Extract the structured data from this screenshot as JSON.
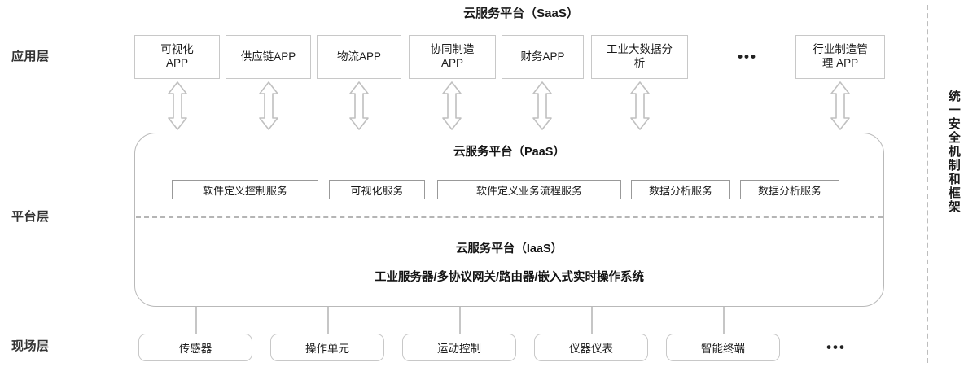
{
  "diagram": {
    "title_saas": "云服务平台（SaaS）",
    "layers": [
      {
        "key": "application",
        "label": "应用层"
      },
      {
        "key": "platform",
        "label": "平台层"
      },
      {
        "key": "field",
        "label": "现场层"
      }
    ],
    "application_layer": {
      "apps": [
        {
          "label": "可视化\nAPP"
        },
        {
          "label": "供应链APP"
        },
        {
          "label": "物流APP"
        },
        {
          "label": "协同制造\nAPP"
        },
        {
          "label": "财务APP"
        },
        {
          "label": "工业大数据分\n析"
        },
        {
          "label": "行业制造管\n理 APP"
        }
      ],
      "ellipsis": "•••"
    },
    "platform_layer": {
      "paas_title": "云服务平台（PaaS）",
      "services": [
        {
          "label": "软件定义控制服务"
        },
        {
          "label": "可视化服务"
        },
        {
          "label": "软件定义业务流程服务"
        },
        {
          "label": "数据分析服务"
        },
        {
          "label": "数据分析服务"
        }
      ],
      "iaas_title": "云服务平台（IaaS）",
      "iaas_subtitle": "工业服务器/多协议网关/路由器/嵌入式实时操作系统"
    },
    "field_layer": {
      "items": [
        {
          "label": "传感器"
        },
        {
          "label": "操作单元"
        },
        {
          "label": "运动控制"
        },
        {
          "label": "仪器仪表"
        },
        {
          "label": "智能终端"
        }
      ],
      "ellipsis": "•••"
    },
    "security": {
      "label": "统一安全机制和框架"
    },
    "colors": {
      "box_border": "#c8c8c8",
      "chip_border": "#999999",
      "container_border": "#b9b9b9",
      "arrow_stroke": "#c0c0c0",
      "connector": "#c6c6c6",
      "text": "#1a1a1a"
    }
  }
}
